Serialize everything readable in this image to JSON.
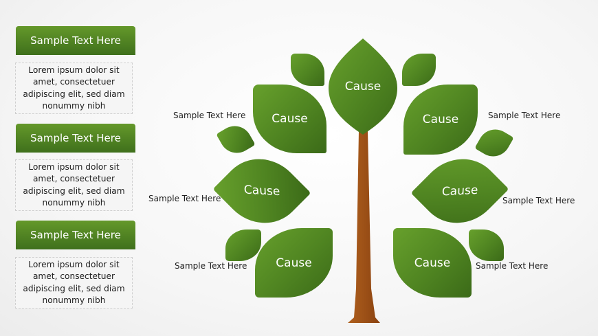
{
  "panels": [
    {
      "title": "Sample Text Here",
      "body": "Lorem ipsum dolor sit amet, consectetuer adipiscing elit, sed diam nonummy nibh"
    },
    {
      "title": "Sample Text Here",
      "body": "Lorem ipsum dolor sit amet, consectetuer adipiscing elit, sed diam nonummy nibh"
    },
    {
      "title": "Sample Text Here",
      "body": "Lorem ipsum dolor sit amet, consectetuer adipiscing elit, sed diam nonummy nibh"
    }
  ],
  "tree": {
    "causes": [
      "Cause",
      "Cause",
      "Cause",
      "Cause",
      "Cause",
      "Cause",
      "Cause"
    ],
    "labels": [
      "Sample Text Here",
      "Sample Text Here",
      "Sample Text Here",
      "Sample Text Here",
      "Sample Text Here",
      "Sample Text Here"
    ],
    "colors": {
      "leaf": "#4f8421",
      "trunk": "#9c4f16"
    }
  }
}
